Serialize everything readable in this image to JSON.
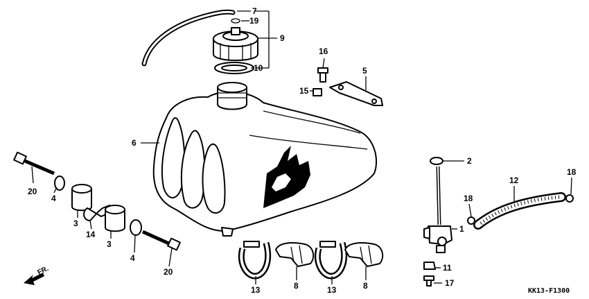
{
  "diagram": {
    "code": "KK13-F1300",
    "direction_label": "FR.",
    "callouts": [
      {
        "id": "c7",
        "text": "7"
      },
      {
        "id": "c19",
        "text": "19"
      },
      {
        "id": "c9",
        "text": "9"
      },
      {
        "id": "c10",
        "text": "10"
      },
      {
        "id": "c16",
        "text": "16"
      },
      {
        "id": "c5",
        "text": "5"
      },
      {
        "id": "c15",
        "text": "15"
      },
      {
        "id": "c6",
        "text": "6"
      },
      {
        "id": "c2",
        "text": "2"
      },
      {
        "id": "c18a",
        "text": "18"
      },
      {
        "id": "c12",
        "text": "12"
      },
      {
        "id": "c18b",
        "text": "18"
      },
      {
        "id": "c1",
        "text": "1"
      },
      {
        "id": "c11",
        "text": "11"
      },
      {
        "id": "c17",
        "text": "17"
      },
      {
        "id": "c20a",
        "text": "20"
      },
      {
        "id": "c4a",
        "text": "4"
      },
      {
        "id": "c3a",
        "text": "3"
      },
      {
        "id": "c14",
        "text": "14"
      },
      {
        "id": "c3b",
        "text": "3"
      },
      {
        "id": "c4b",
        "text": "4"
      },
      {
        "id": "c20b",
        "text": "20"
      },
      {
        "id": "c13a",
        "text": "13"
      },
      {
        "id": "c8a",
        "text": "8"
      },
      {
        "id": "c13b",
        "text": "13"
      },
      {
        "id": "c8b",
        "text": "8"
      }
    ]
  }
}
